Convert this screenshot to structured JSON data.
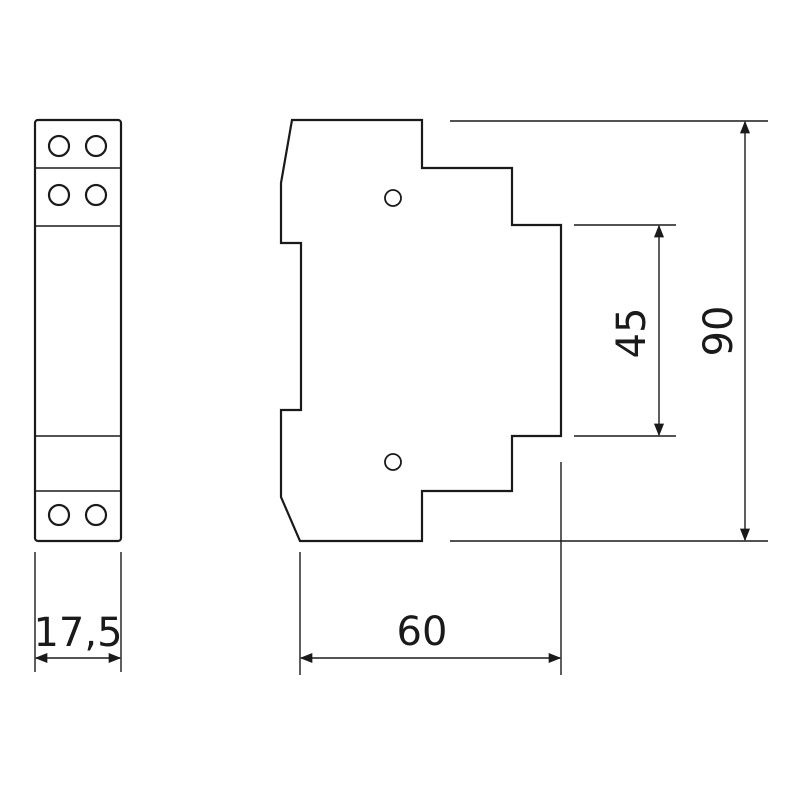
{
  "dimensions": {
    "front_width": "17,5",
    "side_depth": "60",
    "rail_height": "45",
    "total_height": "90"
  },
  "colors": {
    "stroke": "#1a1a1a",
    "background": "#ffffff"
  }
}
